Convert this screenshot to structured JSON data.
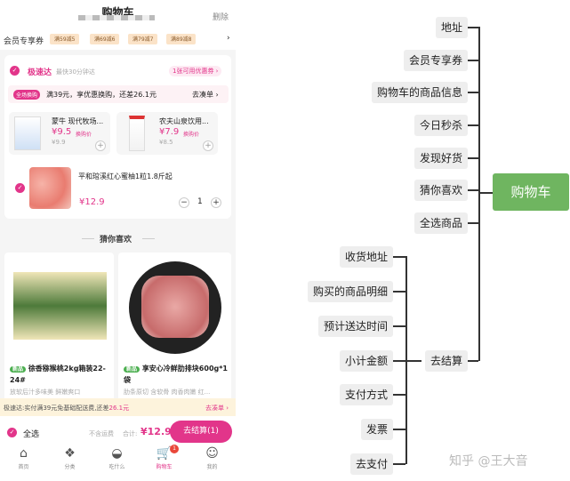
{
  "app": {
    "title": "购物车",
    "delete_label": "删除"
  },
  "coupons": {
    "label": "会员专享券",
    "items": [
      "满59减5",
      "满69减6",
      "满79减7",
      "满89减8"
    ],
    "more": "›"
  },
  "express": {
    "name": "极速达",
    "eta": "最快30分钟达",
    "coupon_link": "1张可用优惠券 ›"
  },
  "promo": {
    "tag": "全场换购",
    "text": "满39元，享优惠换购，还差26.1元",
    "link": "去凑单 ›"
  },
  "exchange_items": [
    {
      "name": "蒙牛 现代牧场...",
      "price": "¥9.5",
      "tag": "换购价",
      "orig": "¥9.9"
    },
    {
      "name": "农夫山泉饮用...",
      "price": "¥7.9",
      "tag": "换购价",
      "orig": "¥8.5"
    }
  ],
  "cart_item": {
    "name": "平和琯溪红心蜜柚1粒1.8斤起",
    "price": "¥12.9",
    "qty": "1",
    "minus": "−",
    "plus": "+"
  },
  "guess": {
    "title": "猜你喜欢",
    "items": [
      {
        "tag": "新品",
        "name": "徐香猕猴桃2kg箱装22-24#",
        "desc": "放软后汁多味美 鲜嫩爽口"
      },
      {
        "tag": "新品",
        "name": "享安心冷鲜肋排块600g*1袋",
        "desc": "肋条原切 含软骨 肉香肉嫩 红..."
      }
    ]
  },
  "delivery_bar": {
    "text": "极速达:实付满39元免基础配送费,还差",
    "amount": "26.1元",
    "link": "去凑单 ›"
  },
  "checkout": {
    "select_all": "全选",
    "shipping": "不含运费",
    "total_label": "合计:",
    "total": "¥12.9",
    "button": "去结算(1)"
  },
  "tabbar": [
    {
      "label": "首页",
      "icon": "home-icon"
    },
    {
      "label": "分类",
      "icon": "grid-icon"
    },
    {
      "label": "吃什么",
      "icon": "bowl-icon"
    },
    {
      "label": "购物车",
      "icon": "cart-icon",
      "badge": "1",
      "active": true
    },
    {
      "label": "我的",
      "icon": "smile-icon"
    }
  ],
  "mindmap": {
    "root": "购物车",
    "branches": [
      "地址",
      "会员专享券",
      "购物车的商品信息",
      "今日秒杀",
      "发现好货",
      "猜你喜欢",
      "全选商品",
      "去结算"
    ],
    "checkout_children": [
      "收货地址",
      "购买的商品明细",
      "预计送达时间",
      "小计金额",
      "支付方式",
      "发票",
      "去支付"
    ]
  },
  "watermark": "知乎 @王大音",
  "colors": {
    "accent": "#e2358a",
    "root": "#6fb560"
  }
}
